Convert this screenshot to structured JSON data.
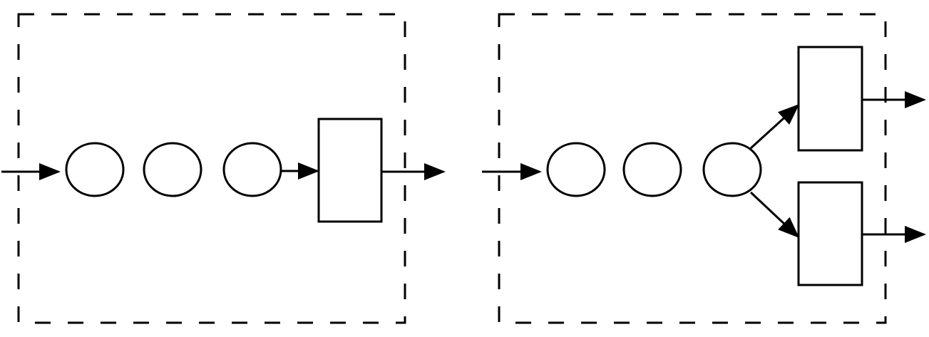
{
  "diagram": {
    "stroke_color": "#000000",
    "background_color": "#ffffff",
    "panels": [
      {
        "id": "single-output",
        "queue_slots": 3,
        "servers": 1
      },
      {
        "id": "dual-output",
        "queue_slots": 3,
        "servers": 2
      }
    ]
  }
}
